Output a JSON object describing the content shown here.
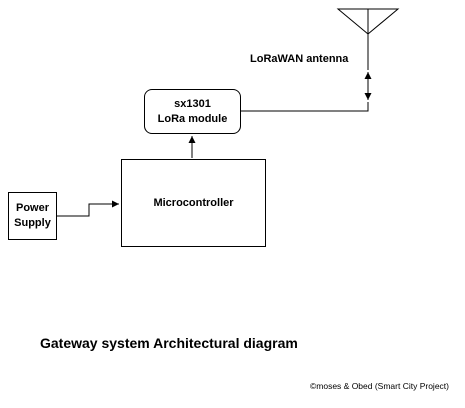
{
  "diagram": {
    "blocks": {
      "power_supply": {
        "line1": "Power",
        "line2": "Supply"
      },
      "microcontroller": {
        "label": "Microcontroller"
      },
      "lora_module": {
        "line1": "sx1301",
        "line2": "LoRa module"
      }
    },
    "antenna_label": "LoRaWAN antenna",
    "connections": [
      {
        "from": "power_supply",
        "to": "microcontroller",
        "arrow": "single"
      },
      {
        "from": "microcontroller",
        "to": "lora_module",
        "arrow": "single"
      },
      {
        "from": "lora_module",
        "to": "antenna",
        "arrow": "double"
      }
    ],
    "icons": [
      "antenna-icon"
    ],
    "line_color": "#000000"
  },
  "caption": "Gateway system Architectural diagram",
  "copyright": "©moses & Obed (Smart City Project)"
}
